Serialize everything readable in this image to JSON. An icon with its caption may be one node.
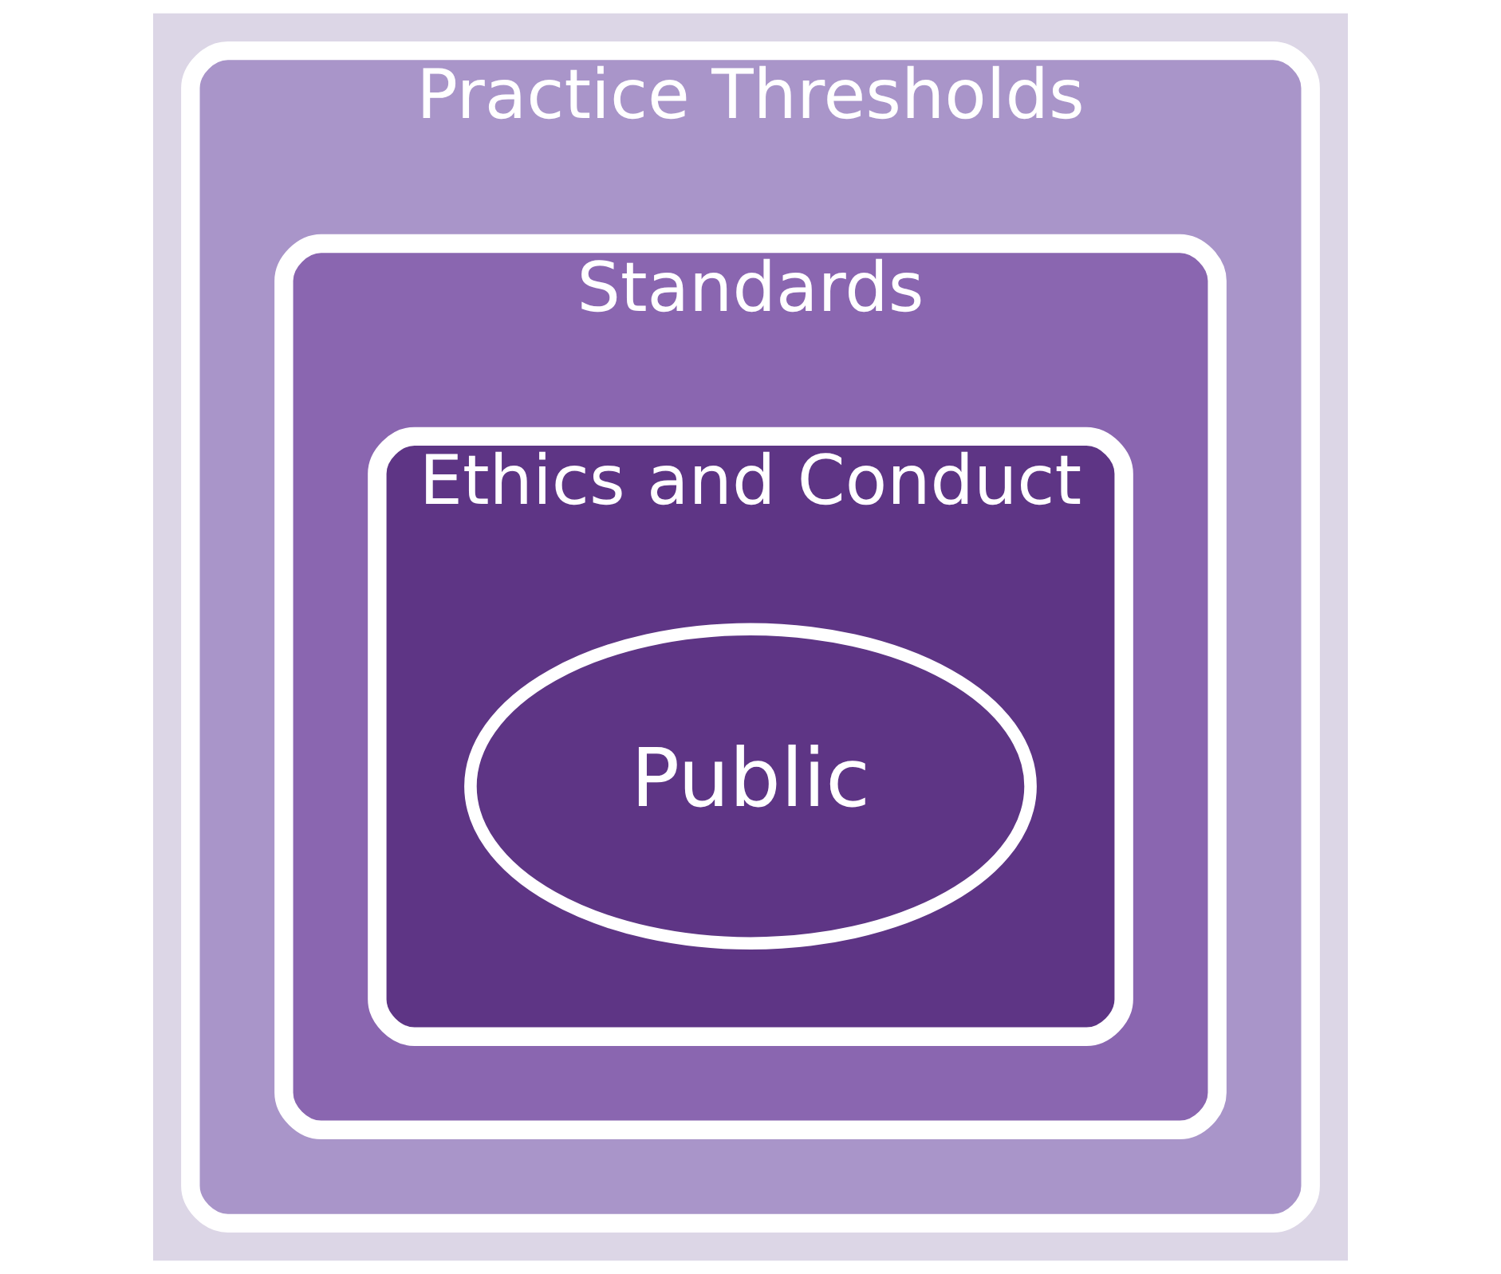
{
  "diagram": {
    "nodes": [
      {
        "text": [
          "Practice Thresholds"
        ]
      },
      {
        "text": [
          "Standards"
        ],
        "in": 0
      },
      {
        "text": [
          "Ethics and Conduct"
        ],
        "in": 1
      },
      {
        "text": [
          "Public"
        ],
        "in": 2
      }
    ]
  }
}
